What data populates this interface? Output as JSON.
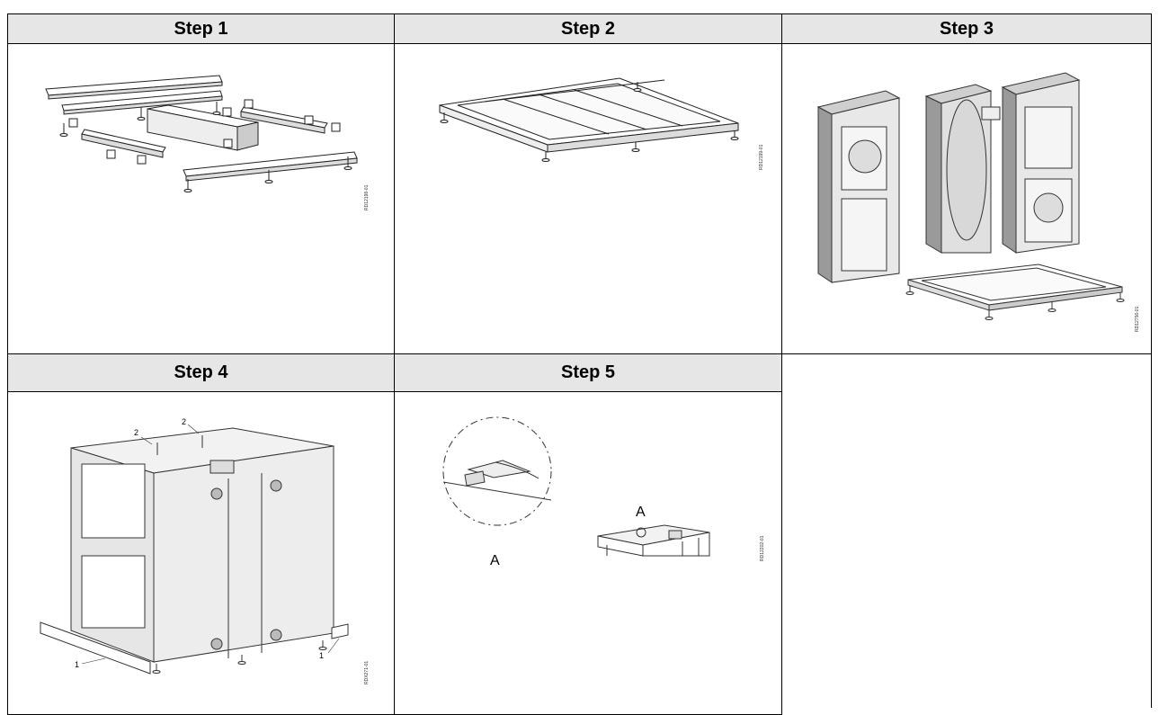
{
  "headers": {
    "step1": "Step 1",
    "step2": "Step 2",
    "step3": "Step 3",
    "step4": "Step 4",
    "step5": "Step 5"
  },
  "figure_codes": {
    "step1": "RD12198-01",
    "step2": "RD12199-01",
    "step3": "RD12756-01",
    "step4": "RDX271-01",
    "step5": "RD12202-01"
  },
  "callouts": {
    "step4_top_left": "2",
    "step4_top_right": "2",
    "step4_bottom_left": "1",
    "step4_bottom_right": "1",
    "step5_detail": "A",
    "step5_unit": "A"
  }
}
